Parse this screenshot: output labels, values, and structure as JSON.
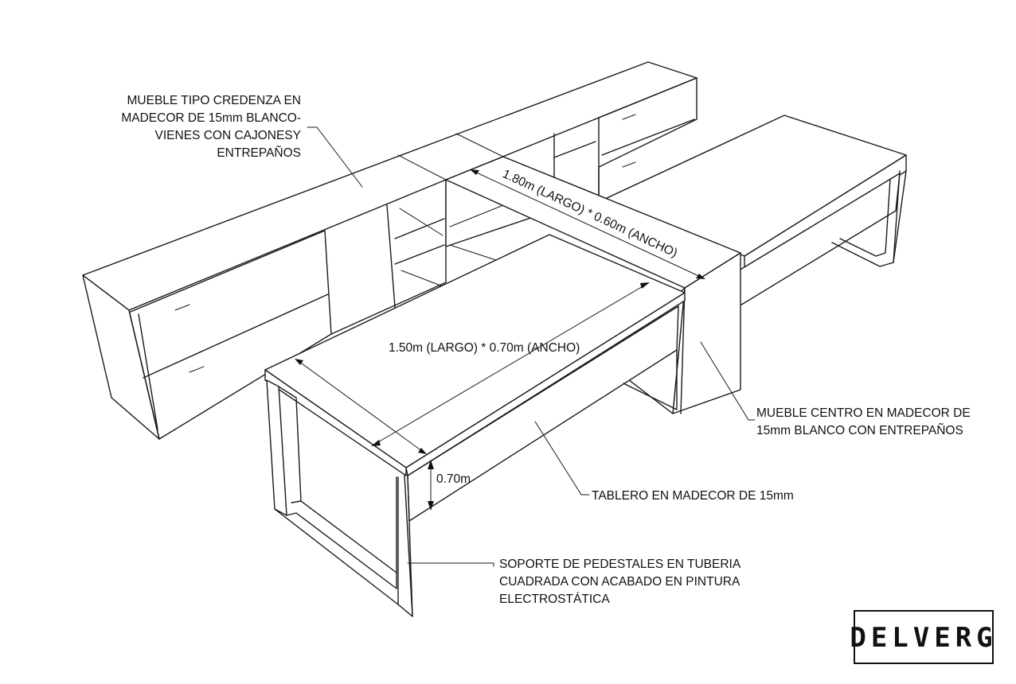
{
  "colors": {
    "line": "#1a1a1a",
    "background": "#ffffff"
  },
  "labels": {
    "credenza": [
      "MUEBLE TIPO CREDENZA EN",
      "MADECOR DE 15mm BLANCO-",
      "VIENES CON CAJONESY",
      "ENTREPAÑOS"
    ],
    "center_cabinet": [
      "MUEBLE CENTRO EN MADECOR DE",
      "15mm BLANCO CON ENTREPAÑOS"
    ],
    "desktop": [
      "TABLERO EN MADECOR DE 15mm"
    ],
    "support": [
      "SOPORTE DE PEDESTALES EN TUBERIA",
      "CUADRADA CON ACABADO EN PINTURA",
      "ELECTROSTÁTICA"
    ]
  },
  "dimensions": {
    "back_desk": "1.80m (LARGO) * 0.60m (ANCHO)",
    "front_desk": "1.50m (LARGO) * 0.70m (ANCHO)",
    "height": "0.70m"
  },
  "logo": {
    "text": "DELVERG"
  }
}
